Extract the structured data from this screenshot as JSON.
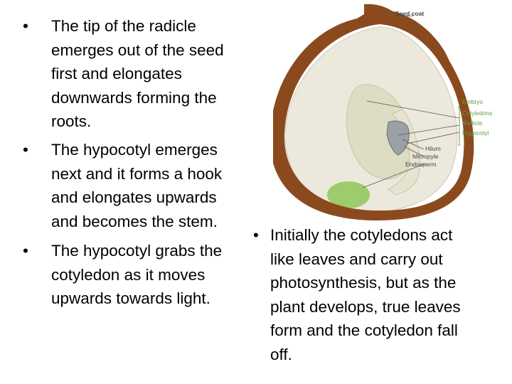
{
  "left_bullets": [
    {
      "lines": [
        "The tip of the radicle",
        "emerges out of the seed",
        "first and elongates",
        "downwards forming the",
        "roots."
      ]
    },
    {
      "lines": [
        "The hypocotyl emerges",
        "next and it forms a hook",
        "and elongates upwards",
        "and becomes the stem."
      ]
    },
    {
      "lines": [
        "The hypocotyl grabs the",
        "cotyledon as it moves",
        "upwards towards light."
      ]
    }
  ],
  "right_bullet": {
    "lines": [
      "Initially the cotyledons act",
      "like leaves and carry out",
      "photosynthesis, but as the",
      "plant develops, true leaves",
      "form and the cotyledon fall",
      "off."
    ]
  },
  "bullet_symbol": "•",
  "figure": {
    "seed_coat_label": "Seed coat",
    "embryo_legend": {
      "title": "Embryo",
      "items": [
        "Cotyledons",
        "Radicle",
        "Hypocotyl"
      ]
    },
    "other_labels": [
      "Hilum",
      "Micropyle",
      "Endosperm"
    ],
    "colors": {
      "seed_coat": "#8b4a1e",
      "endosperm": "#ece8dc",
      "cotyledon": "#ddddc4",
      "radicle": "#9ccc6c",
      "embryo_legend": "#5fa040",
      "micropyle": "#7a8088"
    }
  }
}
